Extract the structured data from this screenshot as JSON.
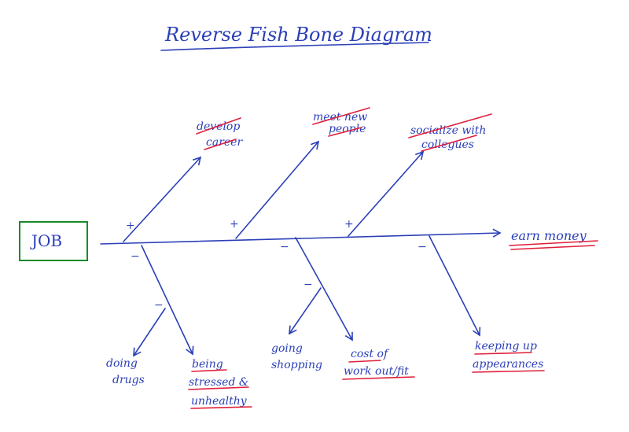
{
  "title": "Reverse Fish Bone Diagram",
  "start_node": "JOB",
  "effect": "earn money",
  "positive_causes": [
    {
      "sign": "+",
      "lines": [
        "develop",
        "career"
      ]
    },
    {
      "sign": "+",
      "lines": [
        "meet new",
        "people"
      ]
    },
    {
      "sign": "+",
      "lines": [
        "socialize with",
        "collegues"
      ]
    }
  ],
  "negative_causes": [
    {
      "sign": "−",
      "lines": [
        "",
        ""
      ]
    },
    {
      "sign": "−",
      "lines": [
        "",
        ""
      ]
    },
    {
      "sign": "−",
      "lines": [
        "keeping up",
        "appearances"
      ]
    }
  ],
  "sub_causes": [
    {
      "sign": "−",
      "lines": [
        "doing",
        "drugs"
      ]
    },
    {
      "sign": "",
      "lines": [
        "being",
        "stressed &",
        "unhealthy"
      ]
    },
    {
      "sign": "−",
      "lines": [
        "going",
        "shopping"
      ]
    },
    {
      "sign": "",
      "lines": [
        "cost of",
        "work out/fit"
      ]
    }
  ],
  "colors": {
    "ink": "#2b3fb8",
    "underline": "#e01e3a",
    "box": "#1a8a2a"
  }
}
